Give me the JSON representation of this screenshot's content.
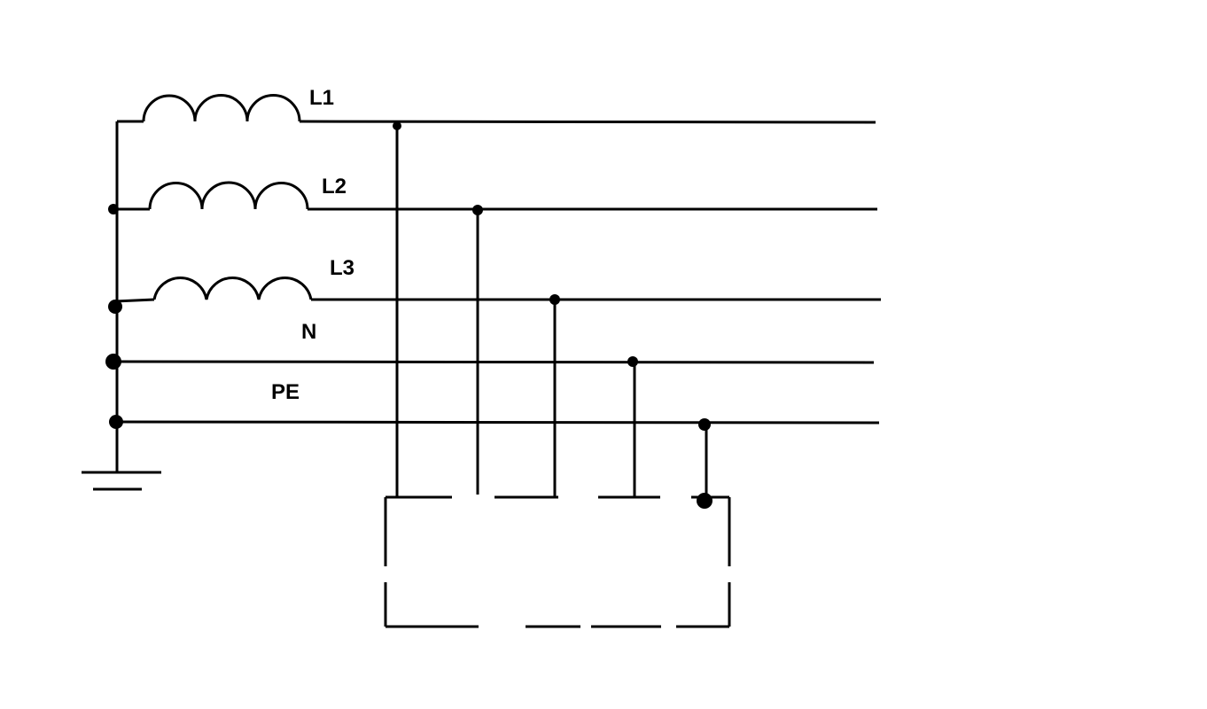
{
  "diagram": {
    "labels": {
      "l1": "L1",
      "l2": "L2",
      "l3": "L3",
      "n": "N",
      "pe": "PE"
    },
    "colors": {
      "line": "#000000",
      "background": "#ffffff"
    }
  }
}
